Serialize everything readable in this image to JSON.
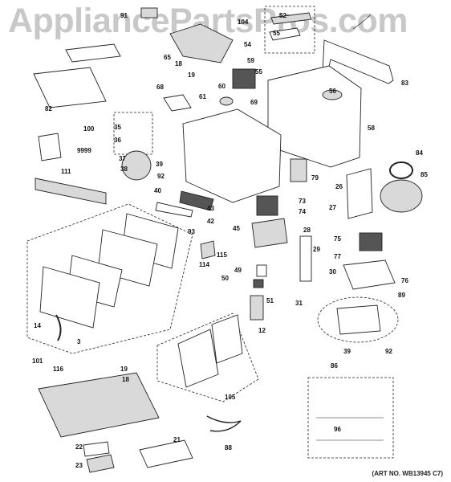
{
  "watermark": "AppliancePartsPros.com",
  "art_number": "(ART NO. WB13945 C7)",
  "callouts": [
    "91",
    "52",
    "104",
    "55",
    "65",
    "54",
    "18",
    "19",
    "59",
    "83",
    "82",
    "55",
    "68",
    "60",
    "61",
    "56",
    "69",
    "100",
    "35",
    "36",
    "58",
    "9999",
    "39",
    "84",
    "37",
    "38",
    "92",
    "79",
    "85",
    "111",
    "40",
    "26",
    "73",
    "42",
    "43",
    "74",
    "27",
    "93",
    "45",
    "28",
    "75",
    "115",
    "114",
    "29",
    "77",
    "49",
    "30",
    "76",
    "50",
    "51",
    "31",
    "89",
    "14",
    "12",
    "3",
    "39",
    "92",
    "101",
    "116",
    "19",
    "18",
    "86",
    "105",
    "96",
    "21",
    "88",
    "22",
    "23"
  ]
}
